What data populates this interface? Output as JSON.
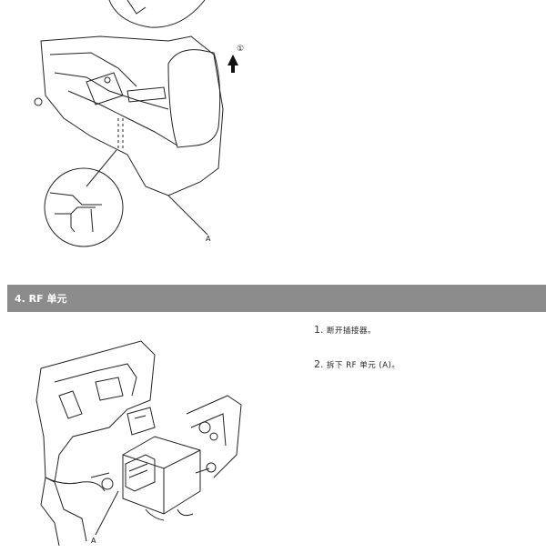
{
  "figure_top": {
    "callout_step": "①",
    "label_a": "A"
  },
  "section": {
    "title": "4. RF 单元"
  },
  "steps": [
    {
      "number": "1.",
      "text": "断开插接器。"
    },
    {
      "number": "2.",
      "text": "拆下 RF 单元 (A)。"
    }
  ],
  "figure_bottom": {
    "label_a": "A"
  }
}
